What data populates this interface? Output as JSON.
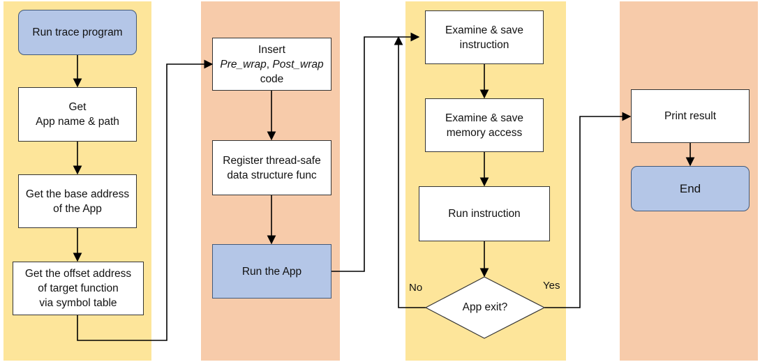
{
  "lanes": {
    "lane1_color": "#fde59a",
    "lane2_color": "#f7cbaa",
    "lane3_color": "#fde59a",
    "lane4_color": "#f7cbaa"
  },
  "nodes": {
    "run_trace_program": "Run trace program",
    "get_app_name": {
      "line1": "Get",
      "line2": "App name & path"
    },
    "get_base_address": {
      "line1": "Get the base address",
      "line2": "of the App"
    },
    "get_offset_address": {
      "line1": "Get the offset address",
      "line2": "of target function",
      "line3": "via symbol table"
    },
    "insert_code": {
      "line1": "Insert",
      "line2a": "Pre_wrap",
      "line2b": ", ",
      "line2c": "Post_wrap",
      "line3": "code"
    },
    "register_thread_safe": {
      "line1": "Register thread-safe",
      "line2": "data structure func"
    },
    "run_the_app": "Run the App",
    "examine_instruction": {
      "line1": "Examine & save",
      "line2": "instruction"
    },
    "examine_memory": {
      "line1": "Examine & save",
      "line2": "memory access"
    },
    "run_instruction": "Run instruction",
    "app_exit_decision": "App exit?",
    "print_result": "Print result",
    "end": "End"
  },
  "branch_labels": {
    "no": "No",
    "yes": "Yes"
  },
  "colors": {
    "terminal_fill": "#b4c6e7",
    "process_fill": "#ffffff",
    "edge": "#000000"
  }
}
